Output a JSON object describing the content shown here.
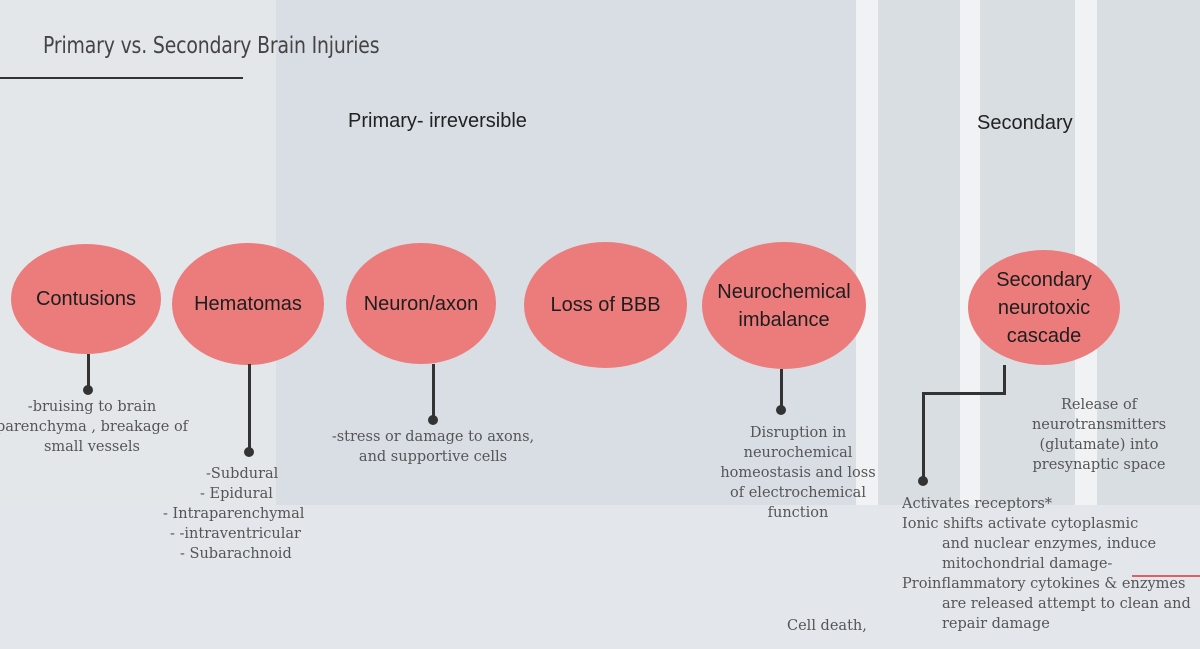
{
  "title": "Primary vs. Secondary Brain Injuries",
  "sections": {
    "primary": "Primary- irreversible",
    "secondary": "Secondary"
  },
  "nodes": [
    {
      "id": "contusions",
      "lines": [
        "Contusions"
      ]
    },
    {
      "id": "hematomas",
      "lines": [
        "Hematomas"
      ]
    },
    {
      "id": "neuron-axon",
      "lines": [
        "Neuron/axon"
      ]
    },
    {
      "id": "loss-of-bbb",
      "lines": [
        "Loss of BBB"
      ]
    },
    {
      "id": "neurochemical",
      "lines": [
        "Neurochemical",
        "imbalance"
      ]
    },
    {
      "id": "secondary-cascade",
      "lines": [
        "Secondary",
        "neurotoxic",
        "cascade"
      ]
    }
  ],
  "notes": {
    "contusions": [
      "-bruising to brain",
      "parenchyma , breakage of",
      "small vessels"
    ],
    "hematomas": [
      "-Subdural",
      "-   Epidural",
      "-   Intraparenchymal",
      "-   -intraventricular",
      "-   Subarachnoid"
    ],
    "neuron_axon": [
      "-stress or damage to axons,",
      "and supportive cells"
    ],
    "neurochemical": [
      "Disruption in",
      "neurochemical",
      "homeostasis and loss",
      "of electrochemical",
      "function"
    ],
    "release": [
      "Release of",
      "neurotransmitters",
      "(glutamate) into",
      "presynaptic space"
    ],
    "activates": [
      "Activates receptors*",
      "Ionic shifts activate cytoplasmic",
      "and nuclear enzymes, induce",
      "mitochondrial damage-",
      "Proinflammatory cytokines & enzymes",
      "are released attempt to clean and",
      "repair damage"
    ],
    "cell_death": "Cell death,"
  },
  "colors": {
    "node_fill": "#ec7b7b",
    "connector": "#333333",
    "panel_primary": "#d8dee4",
    "panel_secondary": "#d9dee3"
  }
}
